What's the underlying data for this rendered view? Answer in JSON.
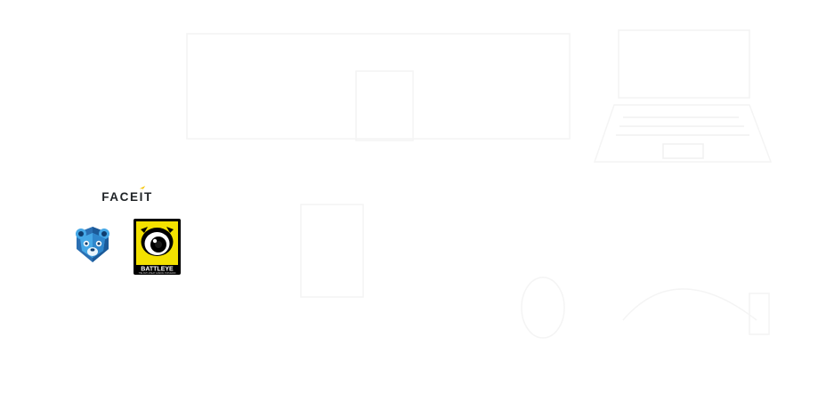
{
  "logos": {
    "faceit": {
      "text_before": "FACE",
      "text_i": "I",
      "text_after": "T",
      "accent_color": "#f5c400",
      "text_color": "#1f2326"
    },
    "bear": {
      "icon": "bear-shield-icon",
      "colors": [
        "#2a6fb3",
        "#45a7e6",
        "#0f3d6e"
      ]
    },
    "battleye": {
      "text": "BATTLEYE",
      "tagline": "THE ANTI-CHEAT GAMING STANDARD",
      "bg_color": "#f3e100",
      "frame_color": "#000000"
    }
  },
  "background_color": "#ffffff"
}
